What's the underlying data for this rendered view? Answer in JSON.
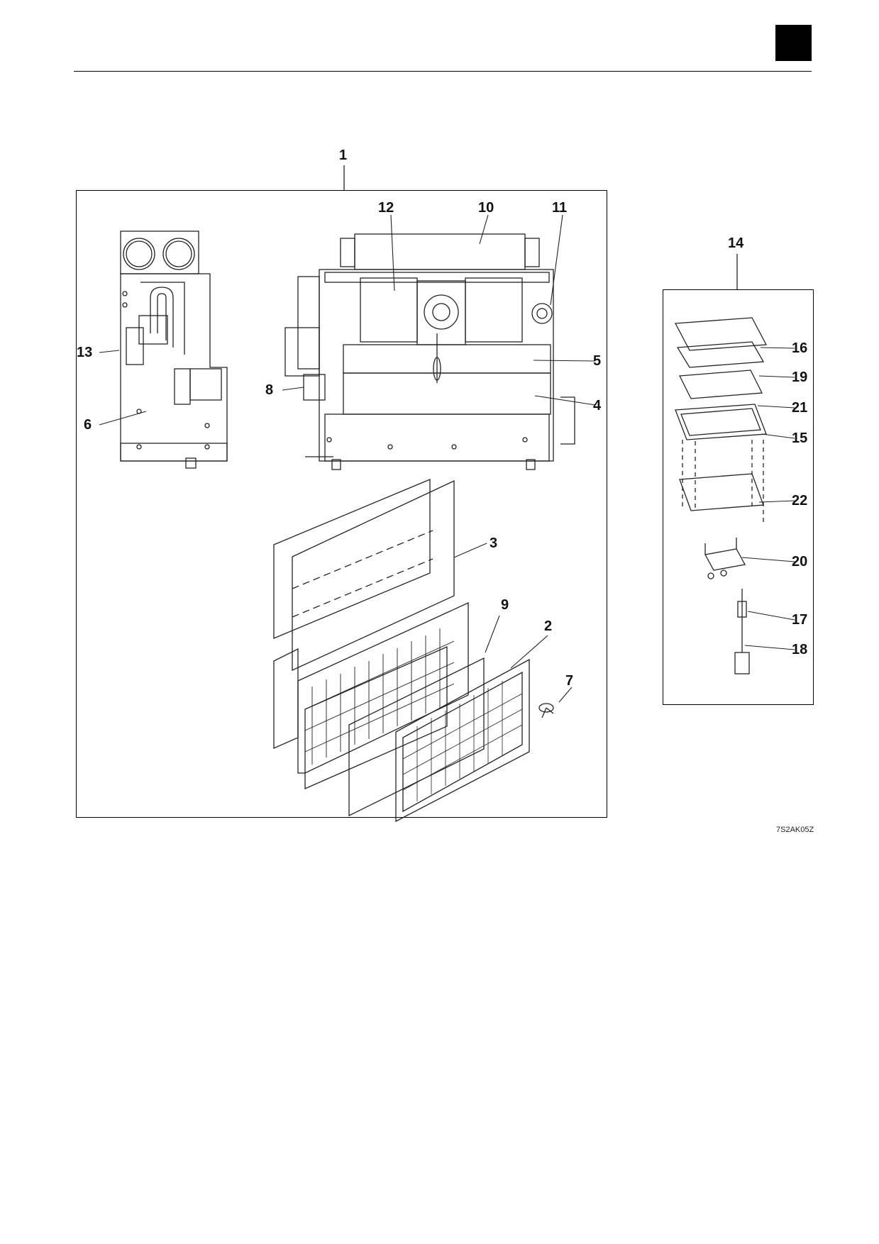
{
  "callouts": {
    "c1": "1",
    "c2": "2",
    "c3": "3",
    "c4": "4",
    "c5": "5",
    "c6": "6",
    "c7": "7",
    "c8": "8",
    "c9": "9",
    "c10": "10",
    "c11": "11",
    "c12": "12",
    "c13": "13",
    "c14": "14",
    "c15": "15",
    "c16": "16",
    "c17": "17",
    "c18": "18",
    "c19": "19",
    "c20": "20",
    "c21": "21",
    "c22": "22"
  },
  "figure_code": "7S2AK05Z"
}
